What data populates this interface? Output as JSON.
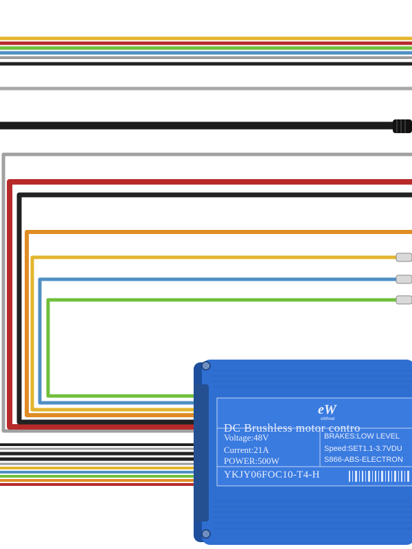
{
  "image": {
    "subject": "e-bike brushless motor controller with wiring harness",
    "colors": {
      "background": "#ffffff",
      "housing": "#2f6fd1",
      "housing_dark": "#1d4f9d",
      "wire_yellow": "#e3b52e",
      "wire_red": "#b72a2a",
      "wire_green": "#6fbf3c",
      "wire_blue": "#4f8fc4",
      "wire_black": "#222222",
      "wire_gray": "#9b9b9b",
      "wire_orange": "#e08c25"
    }
  },
  "label": {
    "brand_logo": "eW",
    "brand_sub": "eWheel",
    "title": "DC Brushless motor contro",
    "voltage": "Voltage:48V",
    "current": "Current:21A",
    "power": "POWER:500W",
    "brakes": "BRAKES:LOW LEVEL",
    "speed": "Speed:SET1.1-3.7VDU",
    "abs": "S866-ABS-ELECTRON",
    "model": "YKJY06FOC10-T4-H"
  }
}
